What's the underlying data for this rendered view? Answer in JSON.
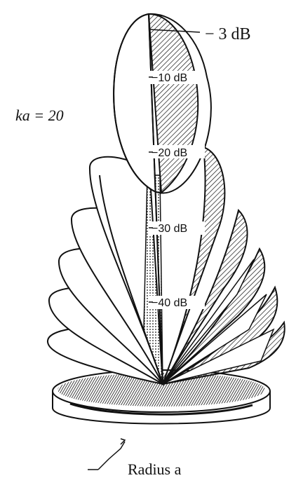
{
  "figure": {
    "ka_label": "ka = 20",
    "levels": [
      "− 3 dB",
      "−10 dB",
      "−20 dB",
      "−30 dB",
      "−40 dB"
    ],
    "radius_label": "Radius a"
  },
  "colors": {
    "ink": "#111111",
    "paper": "#ffffff"
  }
}
